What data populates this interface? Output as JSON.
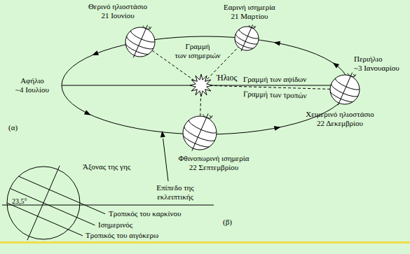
{
  "diagram": {
    "labels": [
      "Εαρινή ισημερία 21 Μαρτίου",
      "Θερινό ηλιοστάσιο 21 Ιουνίου",
      "Γραμμή των ισημεριών",
      "Ήλιος",
      "Αφήλιο ~4 Ιουλίου",
      "Γραμμή των αψίδων",
      "Περιήλιο ~3 Ιανουαρίου",
      "Γραμμή των τροπών",
      "(α)",
      "Χειμερινό ηλιοστάσιο 22 Δεκεμβρίου",
      "Φθινοπωρινή ισημερία 22 Σεπτεμβρίου",
      "Άξονας της γης",
      "Επίπεδο της εκλειπτικής",
      "23,5°",
      "Τροπικός του καρκίνου",
      "Ισημερινός",
      "(β)",
      "Τροπικός του αιγόκερω"
    ]
  }
}
